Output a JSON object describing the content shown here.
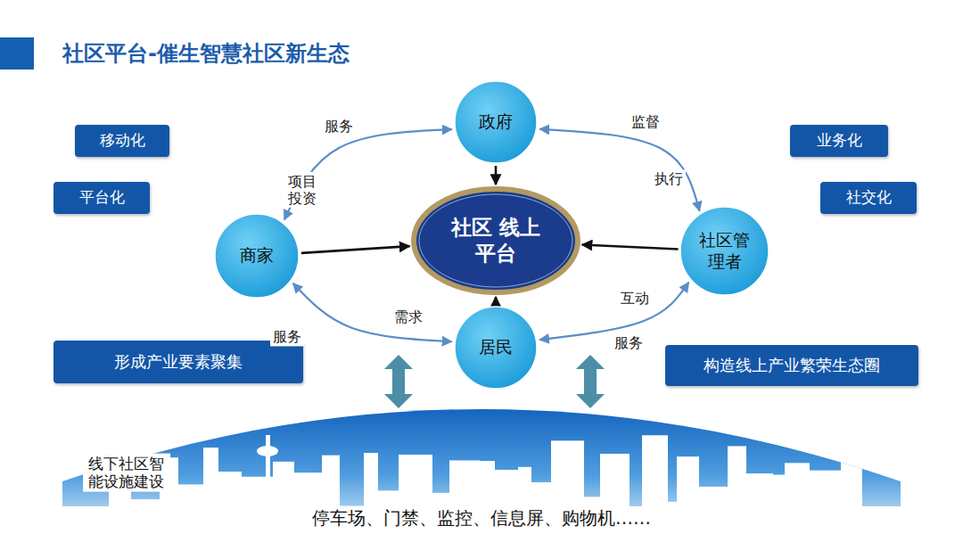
{
  "diagram": {
    "title": "社区平台-催生智慧社区新生态",
    "nodes": [
      {
        "text": [
          "移动化"
        ]
      },
      {
        "text": [
          "平台化"
        ]
      },
      {
        "text": [
          "业务化"
        ]
      },
      {
        "text": [
          "社交化"
        ]
      },
      {
        "text": [
          "政府"
        ]
      },
      {
        "text": [
          "商家"
        ]
      },
      {
        "text": [
          "社区 线上平台"
        ]
      },
      {
        "text": [
          "社区管 理者"
        ]
      },
      {
        "text": [
          "居民"
        ]
      },
      {
        "text": [
          "形成产业要素聚集"
        ]
      },
      {
        "text": [
          "构造线上产业繁荣生态圈"
        ]
      },
      {
        "text": [
          "停车场、门禁、监控、信息屏、购物机……"
        ]
      }
    ],
    "edges": [
      {
        "from": 4,
        "to": 6,
        "arrow": "to"
      },
      {
        "from": 5,
        "to": 6,
        "arrow": "to"
      },
      {
        "from": 7,
        "to": 6,
        "arrow": "to"
      },
      {
        "from": 8,
        "to": 6,
        "arrow": "to"
      },
      {
        "from": 4,
        "to": 5,
        "label": "服务",
        "arrow": "both"
      },
      {
        "from": 4,
        "to": 7,
        "label": "监督",
        "arrow": "both"
      },
      {
        "from": 8,
        "to": 5,
        "label": "服务",
        "arrow": "both"
      },
      {
        "from": 8,
        "to": 7,
        "label": "互动",
        "arrow": "both"
      }
    ],
    "labels": [
      "项目 投资",
      "执行",
      "需求",
      "服务",
      "线下社区智 能设施建设"
    ]
  }
}
